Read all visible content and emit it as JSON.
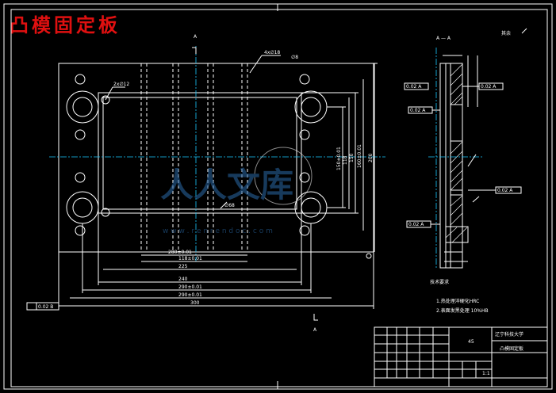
{
  "page_title": "凸模固定板",
  "view_labels": {
    "top_a": "A",
    "bottom_a": "A",
    "section": "A — A",
    "roughness_rest": "其余"
  },
  "dimensions": {
    "d1": "2x∅12",
    "d2": "4x∅18",
    "d3": "∅68",
    "d4": "∅8",
    "h_row_1": "280±0.01",
    "h_row_2": "118±0.01",
    "h_row_3": "225",
    "h_row_4": "240",
    "h_row_5": "290±0.01",
    "h_row_6": "300",
    "v1": "150±0.01",
    "v2": "118",
    "v3": "150",
    "v4": "160±0.01",
    "v5": "200"
  },
  "tolerances": {
    "left_flatness": "0.02 B",
    "right_1": "0.02 A",
    "right_2": "0.02 A",
    "right_3": "0.02 A",
    "right_4": "0.02 A"
  },
  "tech_req": {
    "heading": "技术要求",
    "item1": "1.热处理淬硬化HRC",
    "item2": "2.表面发黑处理 10%HB"
  },
  "title_block": {
    "material": "45",
    "university": "辽宁科技大学",
    "part_name": "凸模固定板",
    "scale": "1:1"
  },
  "watermark": {
    "text": "人人文库",
    "url": "w w w . r e n r e n d o c . c o m"
  }
}
